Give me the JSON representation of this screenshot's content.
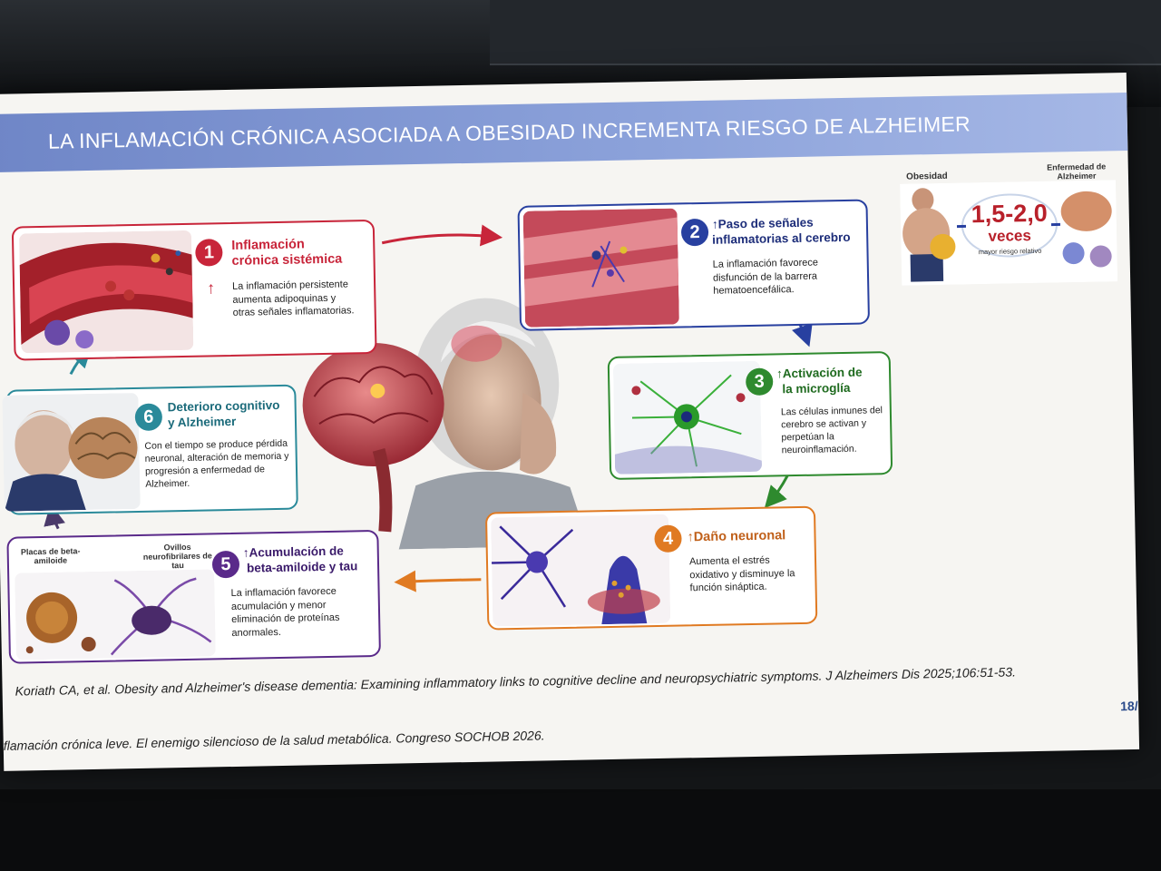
{
  "slide": {
    "title": "LA INFLAMACIÓN CRÓNICA ASOCIADA A OBESIDAD INCREMENTA RIESGO DE ALZHEIMER",
    "citation": "Koriath CA, et al. Obesity and Alzheimer's disease dementia: Examining inflammatory links to cognitive decline and neuropsychiatric symptoms. J Alzheimers Dis 2025;106:51-53.",
    "footer": "flamación crónica leve. El enemigo silencioso de la salud metabólica. Congreso SOCHOB 2026.",
    "page_number": "18/",
    "steps": [
      {
        "num": "1",
        "title_line1": "Inflamación",
        "title_line2": "crónica sistémica",
        "arrow": "↑",
        "text": "La inflamación persistente aumenta adipoquinas y otras señales inflamatorias.",
        "color": "#c8253a"
      },
      {
        "num": "2",
        "title_line1": "↑Paso de señales",
        "title_line2": "inflamatorias al cerebro",
        "text": "La inflamación favorece disfunción de la barrera hematoencefálica.",
        "color": "#2840a0"
      },
      {
        "num": "3",
        "title_line1": "↑Activación de",
        "title_line2": "la microglía",
        "text": "Las células inmunes del cerebro se activan y perpetúan la neuroinflamación.",
        "color": "#2e8a2e"
      },
      {
        "num": "4",
        "title_line1": "↑Daño neuronal",
        "text": "Aumenta el estrés oxidativo y disminuye la función sináptica.",
        "color": "#e07a22"
      },
      {
        "num": "5",
        "title_line1": "↑Acumulación de",
        "title_line2": "beta-amiloide y tau",
        "text": "La inflamación favorece acumulación y menor eliminación de proteínas anormales.",
        "color": "#5a2a8a",
        "label_a": "Placas de beta-amiloide",
        "label_b": "Ovillos neurofibrilares de tau"
      },
      {
        "num": "6",
        "title_line1": "Deterioro cognitivo",
        "title_line2": "y Alzheimer",
        "text": "Con el tiempo se produce pérdida neuronal, alteración de memoria y progresión a enfermedad de Alzheimer.",
        "color": "#2a8a9a"
      }
    ],
    "risk": {
      "label_left": "Obesidad",
      "label_right": "Enfermedad de Alzheimer",
      "value": "1,5-2,0",
      "unit": "veces",
      "sub": "mayor riesgo relativo"
    }
  }
}
